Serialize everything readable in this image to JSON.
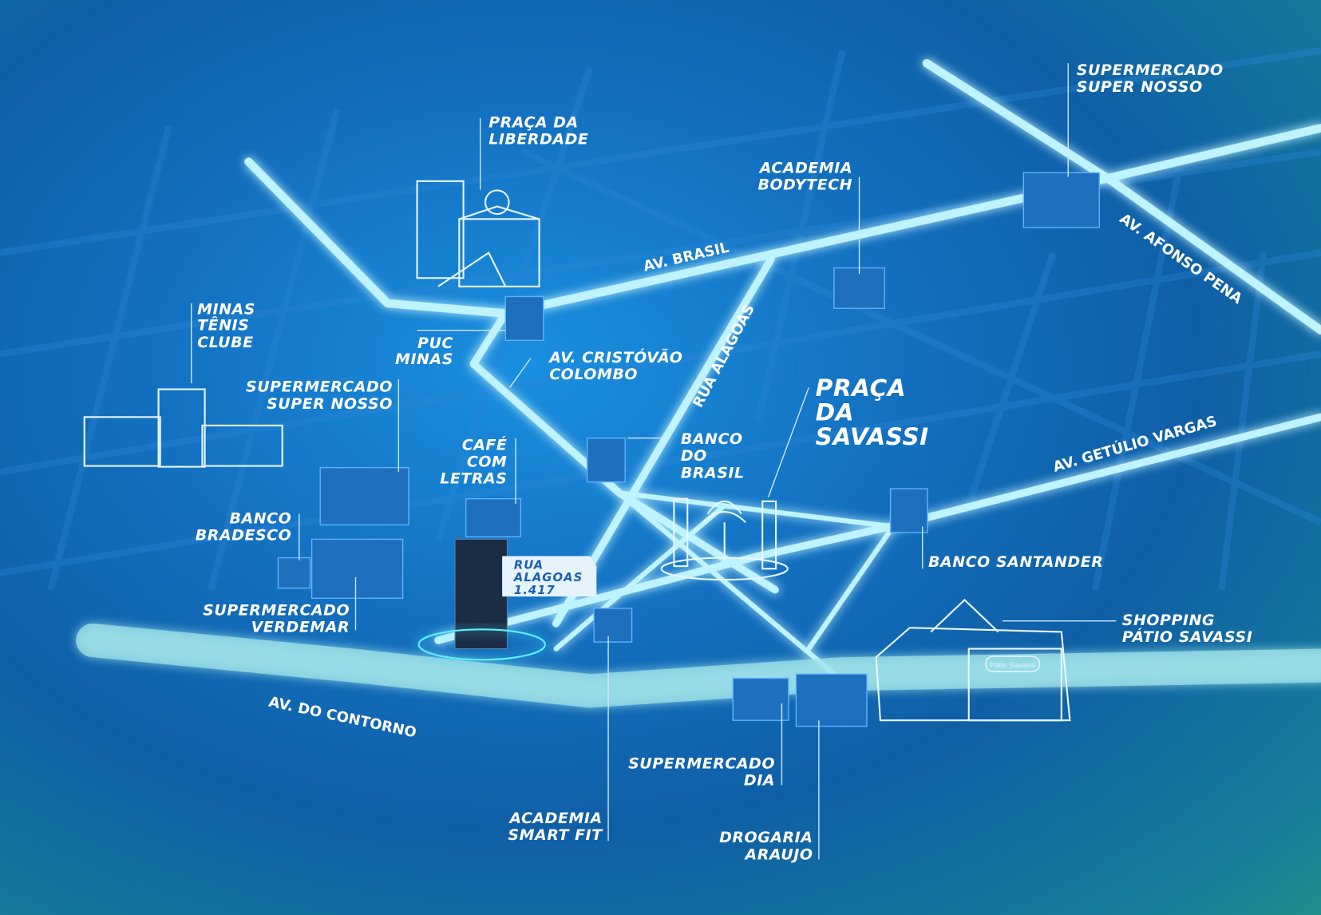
{
  "roads": {
    "av_brasil": "AV. BRASIL",
    "av_afonso_pena": "AV. AFONSO PENA",
    "rua_alagoas": "RUA ALAGOAS",
    "av_cristovao_colombo": [
      "AV. CRISTÓVÃO",
      "COLOMBO"
    ],
    "av_getulio_vargas": "AV. GETÚLIO VARGAS",
    "av_do_contorno": "AV. DO CONTORNO"
  },
  "places": {
    "praca_liberdade": [
      "PRAÇA DA",
      "LIBERDADE"
    ],
    "super_nosso_ne": [
      "SUPERMERCADO",
      "SUPER NOSSO"
    ],
    "academia_bodytech": [
      "ACADEMIA",
      "BODYTECH"
    ],
    "minas_tenis": [
      "MINAS",
      "TÊNIS",
      "CLUBE"
    ],
    "puc_minas": [
      "PUC",
      "MINAS"
    ],
    "super_nosso_w": [
      "SUPERMERCADO",
      "SUPER NOSSO"
    ],
    "praca_savassi": [
      "PRAÇA",
      "DA",
      "SAVASSI"
    ],
    "banco_brasil": [
      "BANCO",
      "DO",
      "BRASIL"
    ],
    "cafe_letras": [
      "CAFÉ",
      "COM",
      "LETRAS"
    ],
    "banco_bradesco": [
      "BANCO",
      "BRADESCO"
    ],
    "banco_santander": "BANCO SANTANDER",
    "shopping": [
      "SHOPPING",
      "PÁTIO SAVASSI"
    ],
    "verdemar": [
      "SUPERMERCADO",
      "VERDEMAR"
    ],
    "dia": [
      "SUPERMERCADO",
      "DIA"
    ],
    "smart_fit": [
      "ACADEMIA",
      "SMART FIT"
    ],
    "araujo": [
      "DROGARIA",
      "ARAUJO"
    ]
  },
  "address": [
    "RUA",
    "ALAGOAS",
    "1.417"
  ],
  "shopping_sign": "Pátio Savassi",
  "colors": {
    "road_glow": "#bff3ff",
    "label": "#ffffff",
    "address_text": "#1c5fb0"
  }
}
